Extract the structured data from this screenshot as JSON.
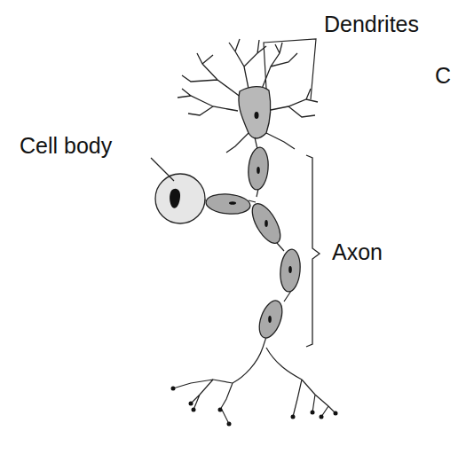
{
  "diagram": {
    "labels": [
      "Dendrites",
      "Cell body",
      "Axon",
      "C"
    ]
  }
}
